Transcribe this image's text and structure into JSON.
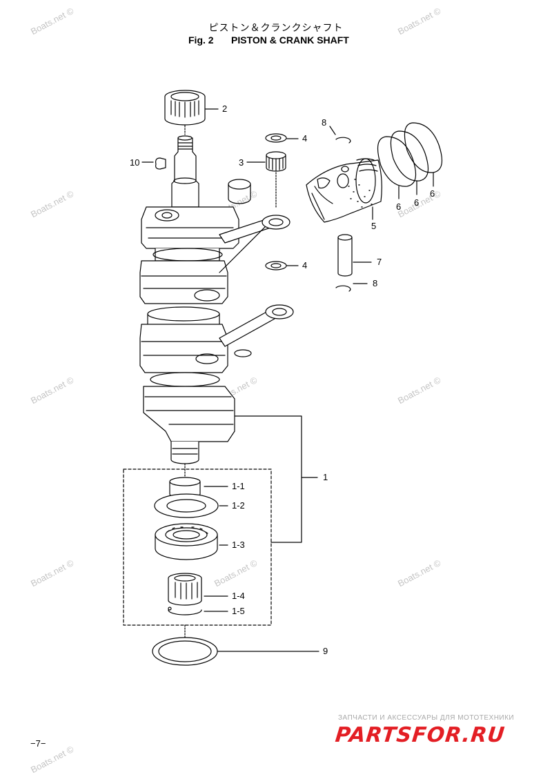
{
  "header": {
    "title_jp": "ピストン＆クランクシャフト",
    "fig_label": "Fig. 2",
    "title_en": "PISTON & CRANK SHAFT"
  },
  "watermark": "Boats.net ©",
  "callouts": {
    "c1": "1",
    "c1_1": "1-1",
    "c1_2": "1-2",
    "c1_3": "1-3",
    "c1_4": "1-4",
    "c1_5": "1-5",
    "c2": "2",
    "c3": "3",
    "c4a": "4",
    "c4b": "4",
    "c5": "5",
    "c6a": "6",
    "c6b": "6",
    "c6c": "6",
    "c7": "7",
    "c8a": "8",
    "c8b": "8",
    "c9": "9",
    "c10": "10"
  },
  "page_number": "−7−",
  "brand": {
    "tagline": "ЗАПЧАСТИ И АКСЕССУАРЫ ДЛЯ МОТОТЕХНИКИ",
    "name": "PARTSFOR.RU",
    "color": "#e31e24"
  }
}
